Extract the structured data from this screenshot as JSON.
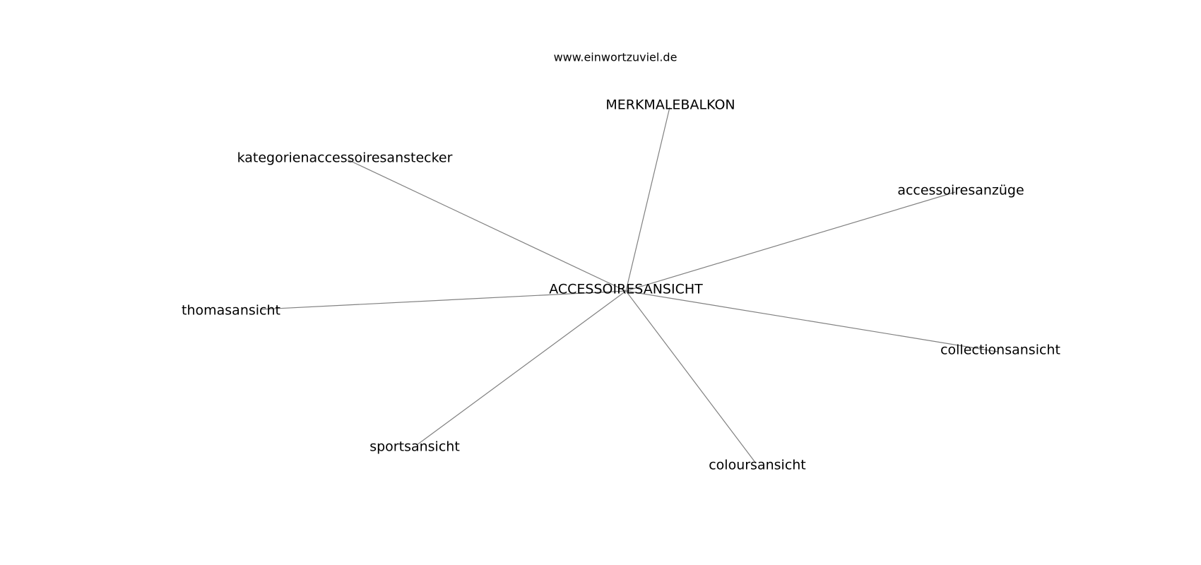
{
  "site": "www.einwortzuviel.de",
  "center": {
    "id": "center",
    "label": "ACCESSOIRESANSICHT"
  },
  "neighbors": [
    {
      "id": "n0",
      "label": "MERKMALEBALKON"
    },
    {
      "id": "n1",
      "label": "kategorienaccessoiresanstecker"
    },
    {
      "id": "n2",
      "label": "accessoiresanzüge"
    },
    {
      "id": "n3",
      "label": "thomasansicht"
    },
    {
      "id": "n4",
      "label": "collectionsansicht"
    },
    {
      "id": "n5",
      "label": "sportsansicht"
    },
    {
      "id": "n6",
      "label": "coloursansicht"
    }
  ],
  "edges": [
    [
      "center",
      "n0"
    ],
    [
      "center",
      "n1"
    ],
    [
      "center",
      "n2"
    ],
    [
      "center",
      "n3"
    ],
    [
      "center",
      "n4"
    ],
    [
      "center",
      "n5"
    ],
    [
      "center",
      "n6"
    ]
  ],
  "colors": {
    "edge": "#808080",
    "text": "#000000",
    "background": "#ffffff"
  }
}
